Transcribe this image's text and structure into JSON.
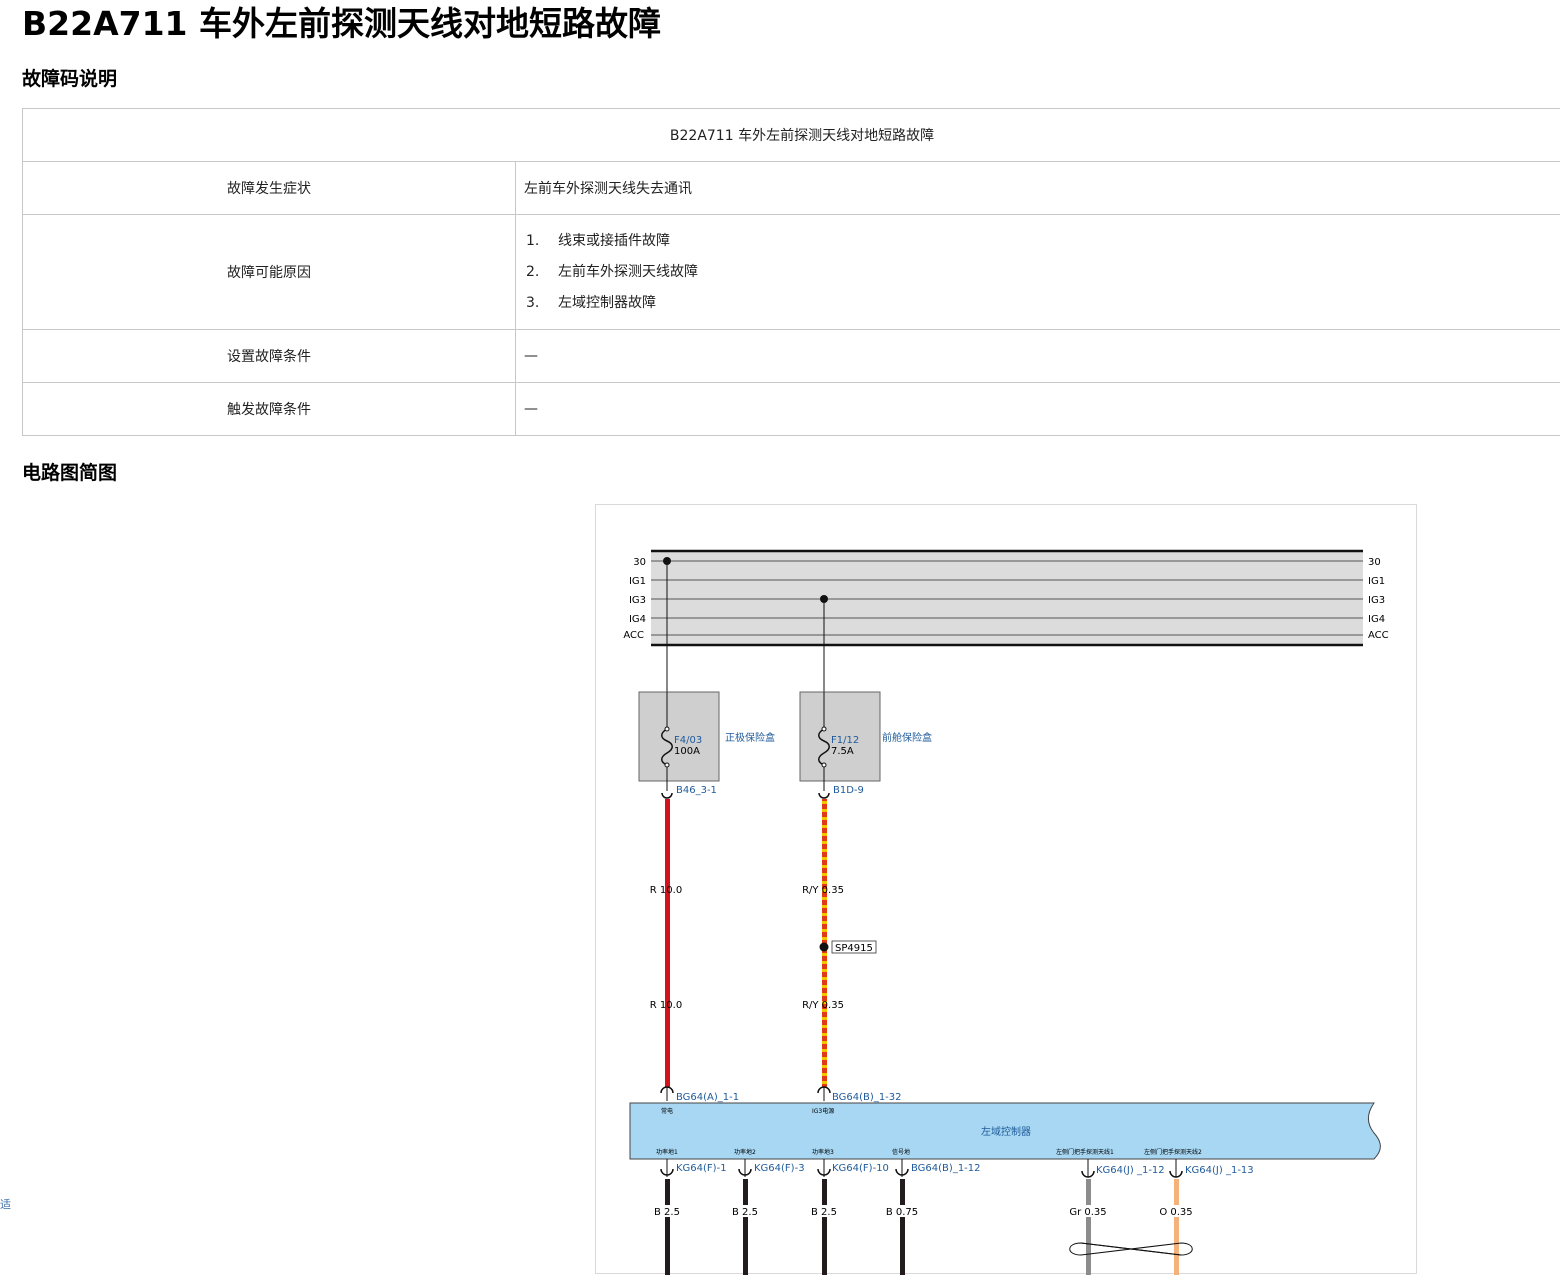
{
  "page": {
    "title": "B22A711 车外左前探测天线对地短路故障",
    "section_fault_desc": "故障码说明",
    "section_circuit": "电路图简图",
    "left_mark": "适"
  },
  "fault_table": {
    "header": "B22A711 车外左前探测天线对地短路故障",
    "rows": [
      {
        "label": "故障发生症状",
        "value": "左前车外探测天线失去通讯"
      },
      {
        "label": "故障可能原因",
        "causes": [
          {
            "num": "1.",
            "text": "线束或接插件故障"
          },
          {
            "num": "2.",
            "text": "左前车外探测天线故障"
          },
          {
            "num": "3.",
            "text": "左域控制器故障"
          }
        ]
      },
      {
        "label": "设置故障条件",
        "value": "—"
      },
      {
        "label": "触发故障条件",
        "value": "—"
      }
    ]
  },
  "diagram": {
    "power_bus": {
      "lines_left": [
        "30",
        "IG1",
        "IG3",
        "IG4",
        "ACC"
      ],
      "lines_right": [
        "30",
        "IG1",
        "IG3",
        "IG4",
        "ACC"
      ]
    },
    "fuses": [
      {
        "id": "F4/03",
        "rating": "100A",
        "box": "正极保险盒",
        "connector": "B46_3-1"
      },
      {
        "id": "F1/12",
        "rating": "7.5A",
        "box": "前舱保险盒",
        "connector": "B1D-9"
      }
    ],
    "wires": {
      "w1_upper": "R 10.0",
      "w1_lower": "R 10.0",
      "w2_upper": "R/Y 0.35",
      "w2_lower": "R/Y 0.35",
      "splice": "SP4915"
    },
    "controller": {
      "name": "左域控制器",
      "top_pins": [
        {
          "connector": "BG64(A)_1-1",
          "label": "常电"
        },
        {
          "connector": "BG64(B)_1-32",
          "label": "IG3电源"
        }
      ],
      "bottom_pins": [
        {
          "label": "功率地1",
          "connector": "KG64(F)-1",
          "wire": "B 2.5"
        },
        {
          "label": "功率地2",
          "connector": "KG64(F)-3",
          "wire": "B 2.5"
        },
        {
          "label": "功率地3",
          "connector": "KG64(F)-10",
          "wire": "B 2.5"
        },
        {
          "label": "信号地",
          "connector": "BG64(B)_1-12",
          "wire": "B 0.75"
        },
        {
          "label": "左侧门把手探测天线1",
          "connector": "KG64(J) _1-12",
          "wire": "Gr 0.35"
        },
        {
          "label": "左侧门把手探测天线2",
          "connector": "KG64(J) _1-13",
          "wire": "O 0.35"
        }
      ]
    },
    "colors": {
      "red_wire": "#d4121b",
      "red_yellow_stripe": "#f2c400",
      "red_yellow_base": "#e23a15",
      "black_wire": "#231c1c",
      "grey_wire": "#8c8c8c",
      "orange_wire": "#f4b27a",
      "controller_fill": "#a7d7f2",
      "bus_fill": "#dcdcdc",
      "fuse_box_fill": "#cfcfcf",
      "link_text": "#1f5b9b"
    }
  }
}
